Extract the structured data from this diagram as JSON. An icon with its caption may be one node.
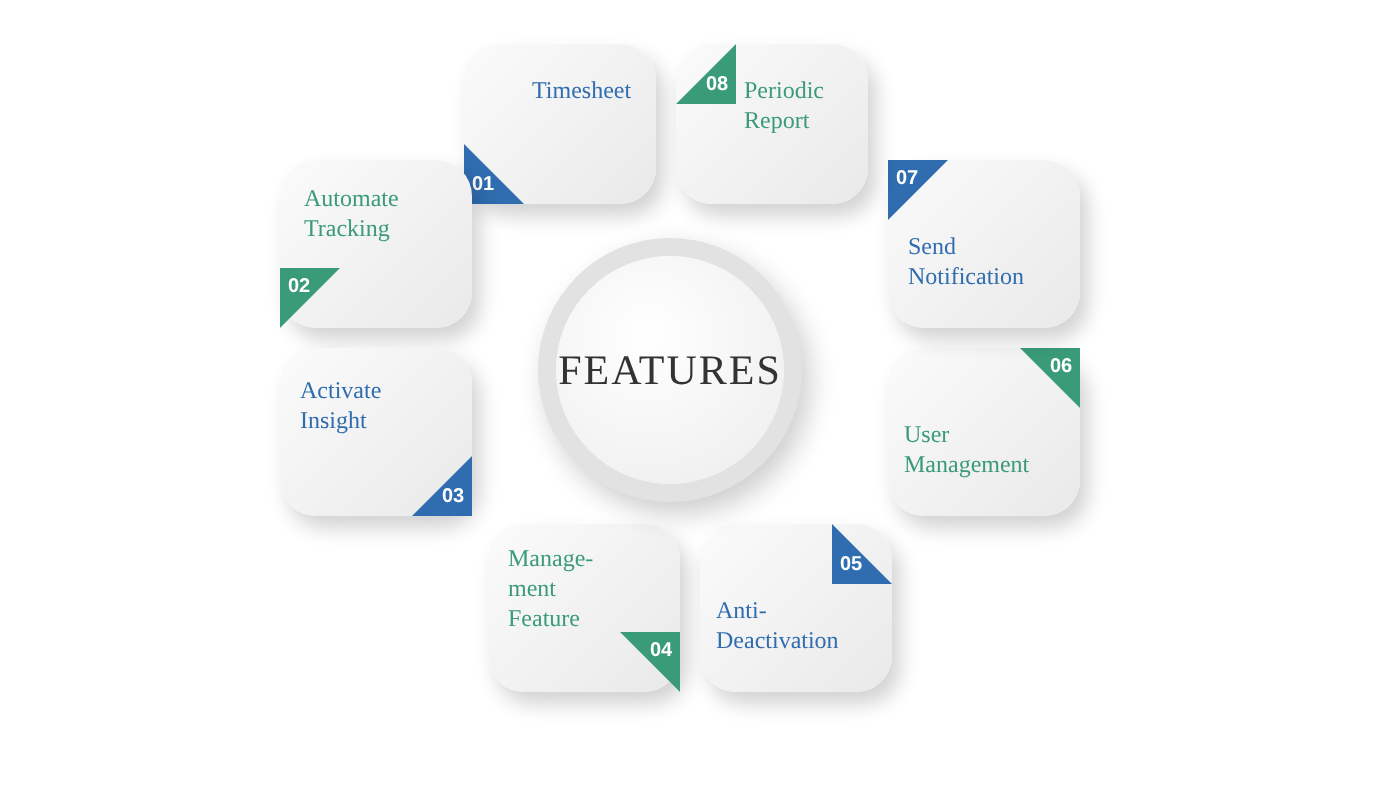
{
  "diagram": {
    "nodes": [
      {
        "text": [
          "FEATURES"
        ]
      },
      {
        "text": [
          "01",
          "Timesheet"
        ]
      },
      {
        "text": [
          "Automate Tracking",
          "02"
        ]
      },
      {
        "text": [
          "Activate Insight",
          "03"
        ]
      },
      {
        "text": [
          "Manage- ment Feature",
          "04"
        ]
      },
      {
        "text": [
          "05",
          "Anti- Deactivation"
        ]
      },
      {
        "text": [
          "06",
          "User Management"
        ]
      },
      {
        "text": [
          "07",
          "Send Notification"
        ]
      },
      {
        "text": [
          "08",
          "Periodic Report"
        ]
      }
    ]
  }
}
